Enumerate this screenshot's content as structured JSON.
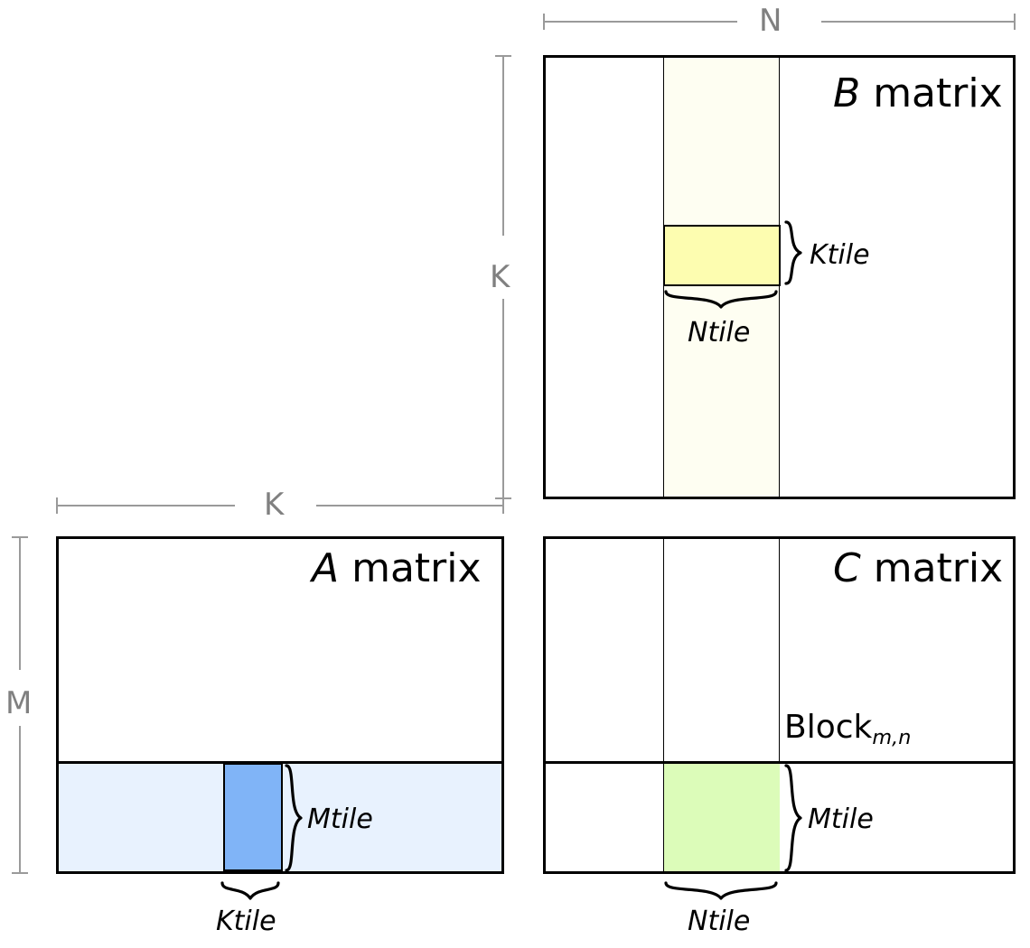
{
  "figure": {
    "title_implied": "Tiled matrix multiplication blocking diagram",
    "colors": {
      "outline": "#000000",
      "dim_line": "#9a9a9a",
      "dim_text": "#808080",
      "a_band": "#e8f2fe",
      "a_tile": "#80b4f7",
      "b_band": "#fefef2",
      "b_tile": "#fdfdb0",
      "c_tile": "#dcfcb9",
      "page_bg": "#ffffff"
    }
  },
  "matrices": {
    "a": {
      "name_symbol": "A",
      "name_word": "matrix",
      "row_tile_label": "Mtile",
      "col_tile_label": "Ktile"
    },
    "b": {
      "name_symbol": "B",
      "name_word": "matrix",
      "row_tile_label": "Ktile",
      "col_tile_label": "Ntile"
    },
    "c": {
      "name_symbol": "C",
      "name_word": "matrix",
      "block_label_base": "Block",
      "block_label_sub": "m,n",
      "row_tile_label": "Mtile",
      "col_tile_label": "Ntile"
    }
  },
  "dimensions": {
    "n_top": "N",
    "k_right": "K",
    "k_top_left": "K",
    "m_left": "M"
  }
}
